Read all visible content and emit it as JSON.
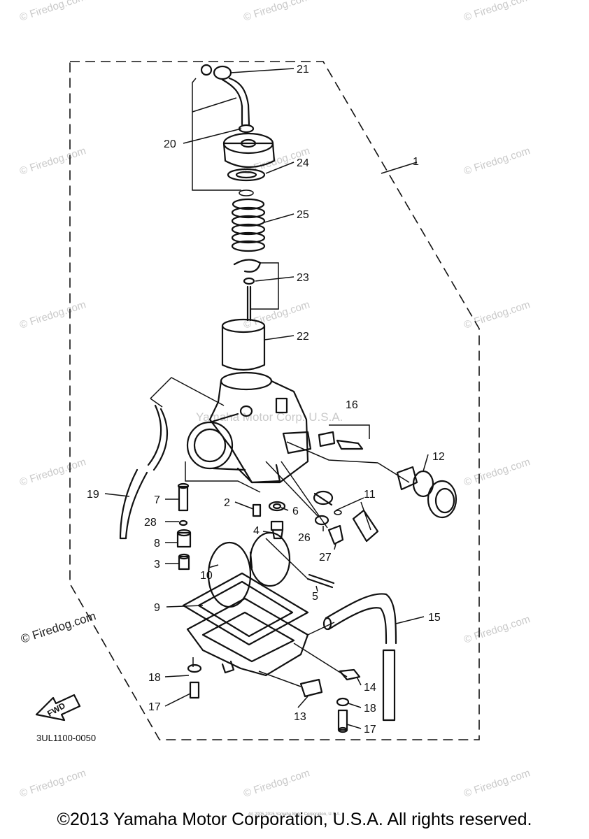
{
  "watermark": "© Firedog.com",
  "watermark_overlay": "Yamaha Motor Corp. U.S.A.",
  "diagram_code": "3UL1100-0050",
  "fwd_label": "FWD",
  "copyright": "©2013 Yamaha Motor Corporation, U.S.A. All rights reserved.",
  "tiny_credit": "(c) 2005-2015 Yamaha Motor Corporation, U.S.A.",
  "callouts": {
    "c1": "1",
    "c2": "2",
    "c3": "3",
    "c4": "4",
    "c5": "5",
    "c6": "6",
    "c7": "7",
    "c8": "8",
    "c9": "9",
    "c10": "10",
    "c11": "11",
    "c12": "12",
    "c13": "13",
    "c14": "14",
    "c15": "15",
    "c16": "16",
    "c17a": "17",
    "c17b": "17",
    "c18a": "18",
    "c18b": "18",
    "c19": "19",
    "c20": "20",
    "c21": "21",
    "c22": "22",
    "c23": "23",
    "c24": "24",
    "c25": "25",
    "c26": "26",
    "c27": "27",
    "c28": "28"
  }
}
